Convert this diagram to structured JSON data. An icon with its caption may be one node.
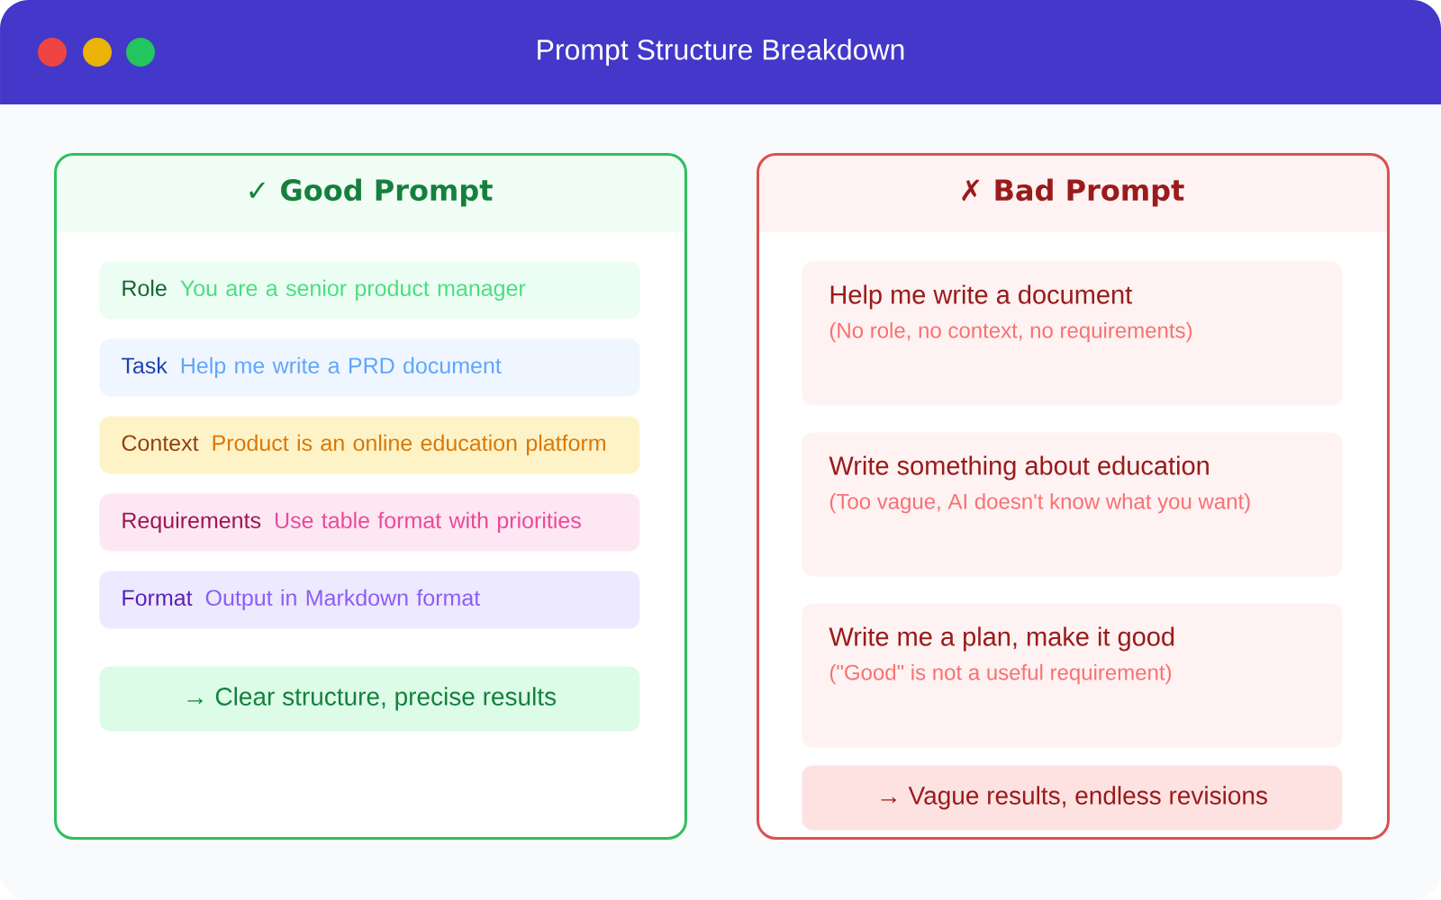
{
  "diagram": {
    "title": "Prompt Structure Breakdown",
    "nodes": [
      {
        "text": [
          "✓ Good Prompt"
        ]
      },
      {
        "text": [
          "Role",
          "You are a senior product manager"
        ],
        "in": 0
      },
      {
        "text": [
          "Task",
          "Help me write a PRD document"
        ],
        "in": 0
      },
      {
        "text": [
          "Context",
          "Product is an online education platform"
        ],
        "in": 0
      },
      {
        "text": [
          "Requirements",
          "Use table format with priorities"
        ],
        "in": 0
      },
      {
        "text": [
          "Format",
          "Output in Markdown format"
        ],
        "in": 0
      },
      {
        "text": [
          "→ Clear structure, precise results"
        ],
        "in": 0
      },
      {
        "text": [
          "✗ Bad Prompt"
        ]
      },
      {
        "text": [
          "Help me write a document",
          "(No role, no context, no requirements)"
        ],
        "in": 7
      },
      {
        "text": [
          "Write something about education",
          "(Too vague, AI doesn't know what you want)"
        ],
        "in": 7
      },
      {
        "text": [
          "Write me a plan, make it good",
          "(\"Good\" is not a useful requirement)"
        ],
        "in": 7
      },
      {
        "text": [
          "→ Vague results, endless revisions"
        ],
        "in": 7
      }
    ]
  }
}
